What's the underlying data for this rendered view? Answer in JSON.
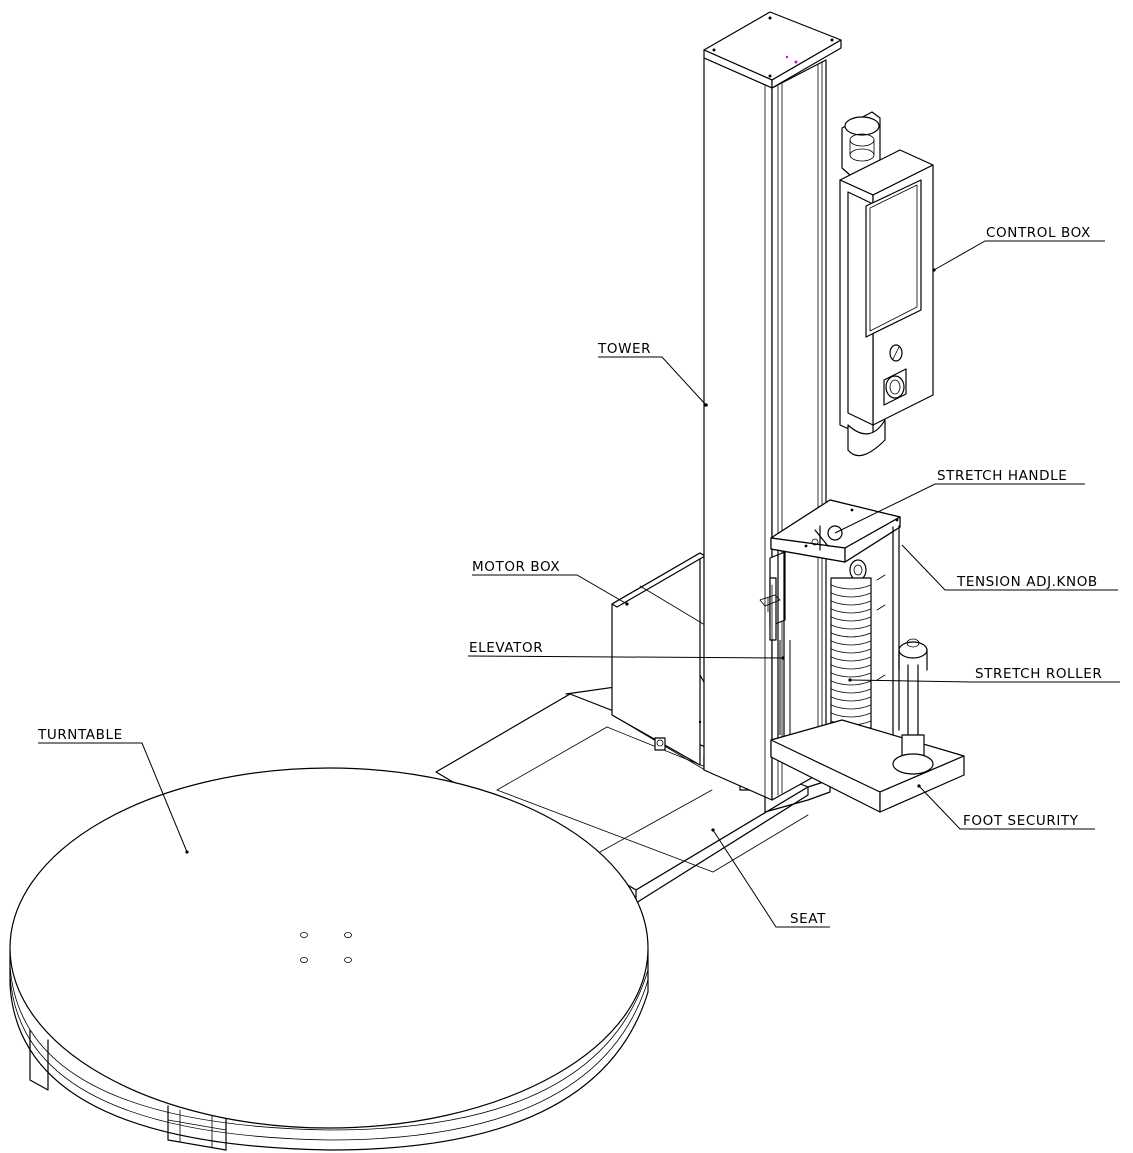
{
  "labels": {
    "control_box": "CONTROL BOX",
    "tower": "TOWER",
    "stretch_handle": "STRETCH HANDLE",
    "motor_box": "MOTOR BOX",
    "tension_adj_knob": "TENSION ADJ.KNOB",
    "elevator": "ELEVATOR",
    "stretch_roller": "STRETCH ROLLER",
    "turntable": "TURNTABLE",
    "foot_security": "FOOT SECURITY",
    "seat": "SEAT"
  }
}
